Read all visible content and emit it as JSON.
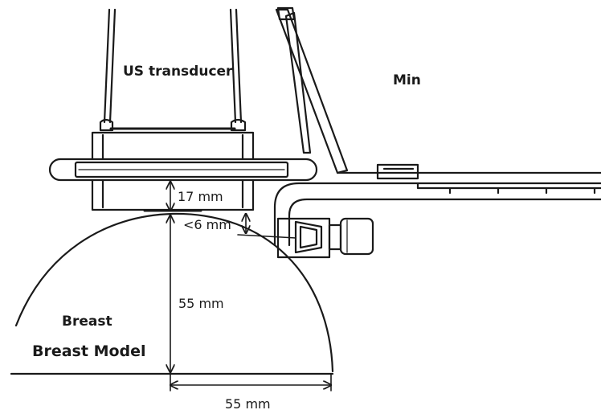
{
  "labels": {
    "transducer": "US transducer",
    "min": "Min",
    "gap": "17 mm",
    "clearance": "<6 mm",
    "height": "55 mm",
    "breast": "Breast",
    "breast_model": "Breast Model",
    "width": "55 mm"
  },
  "colors": {
    "stroke": "#1a1a1a",
    "fill": "#ffffff"
  }
}
